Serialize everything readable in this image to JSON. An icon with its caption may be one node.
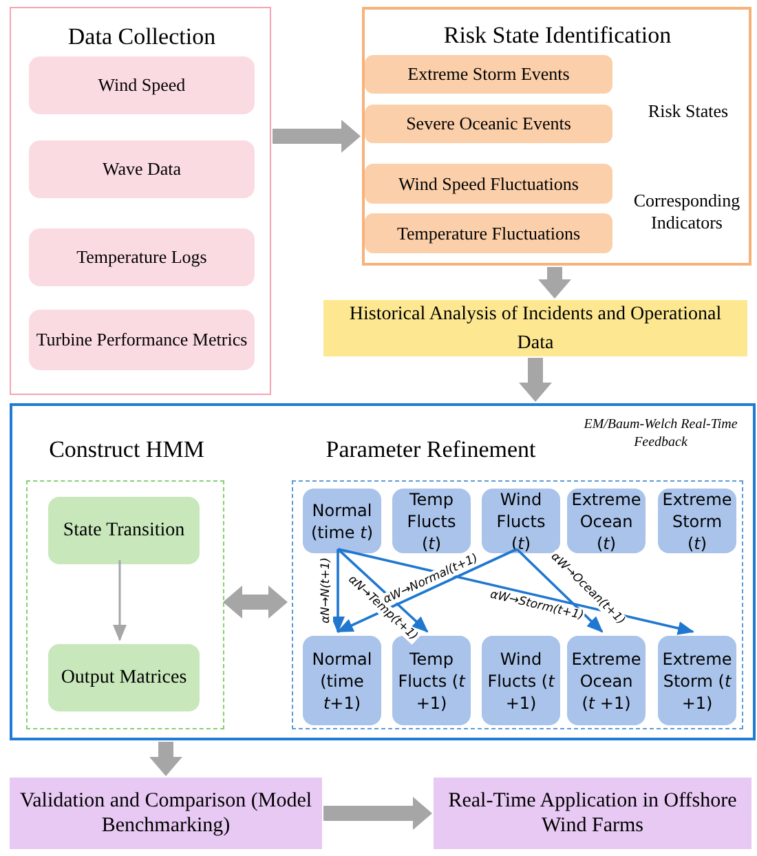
{
  "diagram": {
    "nodes": [
      {
        "text": [
          "Data Collection"
        ]
      },
      {
        "text": [
          "Wind Speed"
        ],
        "in": 0
      },
      {
        "text": [
          "Wave Data"
        ],
        "in": 0
      },
      {
        "text": [
          "Temperature Logs"
        ],
        "in": 0
      },
      {
        "text": [
          "Turbine Performance Metrics"
        ],
        "in": 0
      },
      {
        "text": [
          "Risk State Identification",
          "Risk States",
          "Corresponding Indicators"
        ]
      },
      {
        "text": [
          "Extreme Storm Events"
        ],
        "in": 5
      },
      {
        "text": [
          "Severe Oceanic Events"
        ],
        "in": 5
      },
      {
        "text": [
          "Wind Speed Fluctuations"
        ],
        "in": 5
      },
      {
        "text": [
          "Temperature Fluctuations"
        ],
        "in": 5
      },
      {
        "text": [
          "Historical Analysis of Incidents and Operational Data"
        ]
      },
      {
        "text": [],
        "shape": "box"
      },
      {
        "text": [
          "Construct HMM"
        ],
        "in": 11
      },
      {
        "text": [
          "State Transition"
        ],
        "in": 12
      },
      {
        "text": [
          "Output Matrices"
        ],
        "in": 12
      },
      {
        "text": [
          "Parameter Refinement",
          "EM/Baum-Welch Real-Time Feedback"
        ],
        "in": 11
      },
      {
        "text": [
          "Normal (time *t*)"
        ],
        "in": 15
      },
      {
        "text": [
          "Temp Flucts (*t*)"
        ],
        "in": 15
      },
      {
        "text": [
          "Wind Flucts (*t*)"
        ],
        "in": 15
      },
      {
        "text": [
          "Extreme Ocean (*t*)"
        ],
        "in": 15
      },
      {
        "text": [
          "Extreme Storm (*t*)"
        ],
        "in": 15
      },
      {
        "text": [
          "Normal (time *t*+1)"
        ],
        "in": 15
      },
      {
        "text": [
          "Temp Flucts (*t* +1)"
        ],
        "in": 15
      },
      {
        "text": [
          "Wind Flucts (*t* +1)"
        ],
        "in": 15
      },
      {
        "text": [
          "Extreme Ocean (*t* +1)"
        ],
        "in": 15
      },
      {
        "text": [
          "Extreme Storm (*t* +1)"
        ],
        "in": 15
      },
      {
        "text": [
          "Validation and Comparison (Model Benchmarking)"
        ]
      },
      {
        "text": [
          "Real-Time Application in Offshore Wind Farms"
        ]
      }
    ],
    "edges": [
      {
        "from": 0,
        "to": 5,
        "arrow": "to",
        "style": "thick"
      },
      {
        "from": 5,
        "to": 10,
        "arrow": "to",
        "style": "thick"
      },
      {
        "from": 10,
        "to": 11,
        "arrow": "to",
        "style": "thick"
      },
      {
        "from": 13,
        "to": 14,
        "arrow": "to"
      },
      {
        "from": 12,
        "to": 15,
        "arrow": "both",
        "style": "thick"
      },
      {
        "from": 11,
        "to": 26,
        "arrow": "to",
        "style": "thick"
      },
      {
        "from": 26,
        "to": 27,
        "arrow": "to",
        "style": "thick"
      },
      {
        "from": 16,
        "to": 21,
        "arrow": "to",
        "label": "αN→N(t+1)",
        "color": "#1f77d0"
      },
      {
        "from": 16,
        "to": 22,
        "arrow": "to",
        "label": "αN→Temp(t+1)",
        "color": "#1f77d0"
      },
      {
        "from": 16,
        "to": 25,
        "arrow": "to",
        "label": "αW→Storm(t+1)",
        "color": "#1f77d0"
      },
      {
        "from": 18,
        "to": 21,
        "arrow": "to",
        "label": "αW→Normal(t+1)",
        "color": "#1f77d0"
      },
      {
        "from": 18,
        "to": 24,
        "arrow": "to",
        "label": "αW→Ocean(t+1)",
        "color": "#1f77d0"
      }
    ]
  }
}
